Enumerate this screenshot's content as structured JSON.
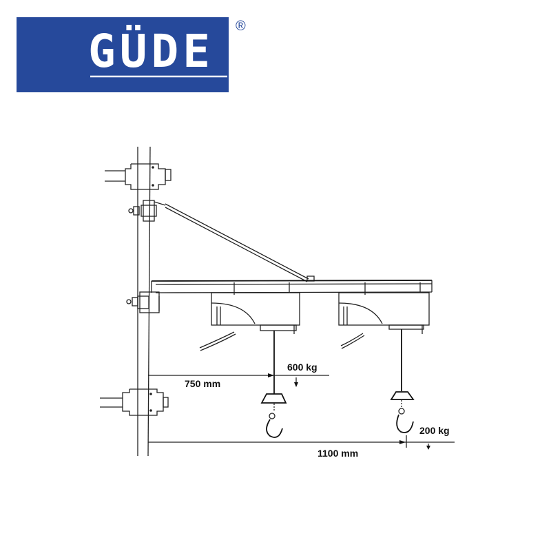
{
  "logo": {
    "brand": "GÜDE",
    "registered": "®",
    "color": "#26499b"
  },
  "diagram": {
    "dimensions": {
      "short_reach": "750 mm",
      "long_reach": "1100 mm"
    },
    "loads": {
      "short_reach_load": "600 kg",
      "long_reach_load": "200 kg"
    }
  }
}
